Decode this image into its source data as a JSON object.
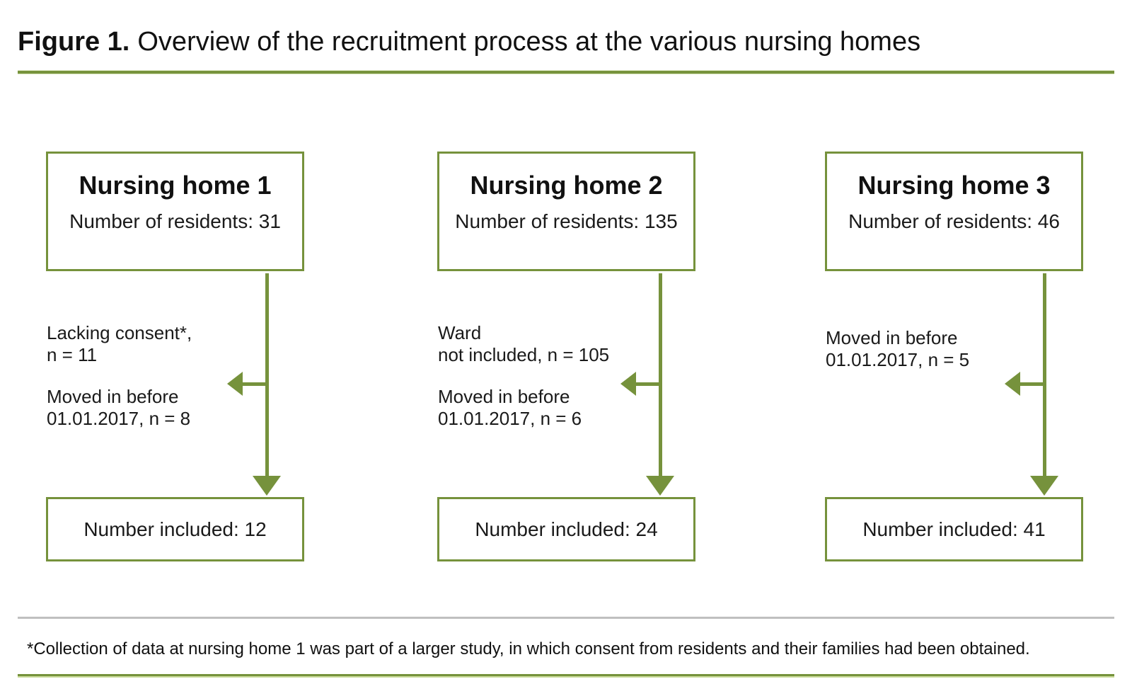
{
  "title": {
    "label": "Figure 1.",
    "caption": "Overview of the recruitment process at the various nursing homes"
  },
  "colors": {
    "accent_green": "#76923c",
    "rule_green": "#77933c",
    "rule_light_green": "#c9da99",
    "divider_gray": "#bfbfbf",
    "text": "#1a1a1a"
  },
  "columns": [
    {
      "name": "Nursing home 1",
      "residents_label": "Number of residents: 31",
      "exclusions": [
        {
          "lines": [
            "Lacking consent*,",
            "n = 11"
          ]
        },
        {
          "lines": [
            "Moved in before",
            "01.01.2017, n = 8"
          ]
        }
      ],
      "included_label": "Number included: 12"
    },
    {
      "name": "Nursing home 2",
      "residents_label": "Number of residents: 135",
      "exclusions": [
        {
          "lines": [
            "Ward",
            "not included, n = 105"
          ]
        },
        {
          "lines": [
            "Moved in before",
            "01.01.2017, n = 6"
          ]
        }
      ],
      "included_label": "Number included: 24"
    },
    {
      "name": "Nursing home 3",
      "residents_label": "Number of residents: 46",
      "exclusions": [
        {
          "lines": [
            "Moved in before",
            "01.01.2017, n = 5"
          ]
        }
      ],
      "included_label": "Number included: 41"
    }
  ],
  "footnote": "*Collection of data at nursing home 1 was part of a larger study, in which consent from residents and their families had been obtained."
}
